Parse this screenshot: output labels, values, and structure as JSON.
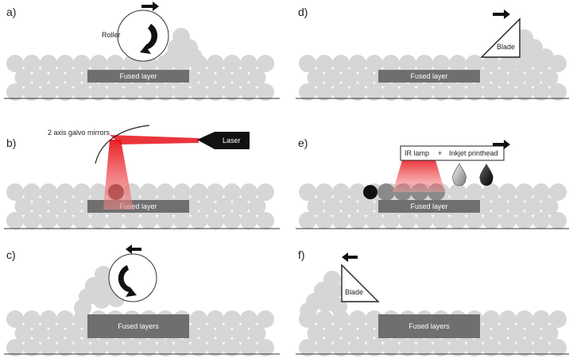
{
  "panels": {
    "a": {
      "label": "a)",
      "roller": "Roller",
      "layer": "Fused layer"
    },
    "b": {
      "label": "b)",
      "mirrors": "2 axis galvo mirrors",
      "laser": "Laser",
      "layer": "Fused layer"
    },
    "c": {
      "label": "c)",
      "layer": "Fused layers"
    },
    "d": {
      "label": "d)",
      "blade": "Blade",
      "layer": "Fused layer"
    },
    "e": {
      "label": "e)",
      "ir_lamp": "IR lamp",
      "plus": "+",
      "printhead": "Inkjet printhead",
      "layer": "Fused layer"
    },
    "f": {
      "label": "f)",
      "blade": "Blade",
      "layer": "Fused layers"
    }
  },
  "colors": {
    "powder": "#d6d6d6",
    "fused": "#6f6f6f",
    "laser": "#e8121a",
    "ink": "#111111"
  },
  "icons": [
    "arrow-right-icon",
    "arrow-left-icon",
    "rotation-arrow-icon",
    "ink-droplet-icon",
    "laser-head-icon",
    "blade-icon"
  ]
}
